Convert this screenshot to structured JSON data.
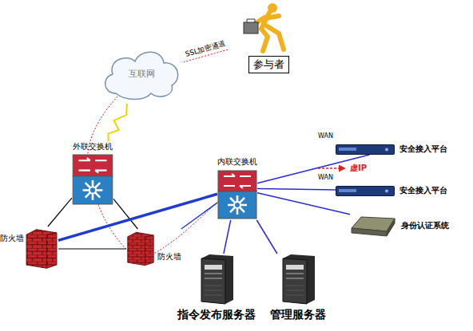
{
  "diagram": {
    "nodes": [
      {
        "text": [
          "参与者"
        ]
      },
      {
        "text": [
          "互联网"
        ]
      },
      {
        "text": [
          "外联交换机"
        ]
      },
      {
        "text": [
          "内联交换机"
        ]
      },
      {
        "text": [
          "防火墙"
        ]
      },
      {
        "text": [
          "防火墙"
        ]
      },
      {
        "text": [
          "安全接入平台"
        ]
      },
      {
        "text": [
          "安全接入平台"
        ]
      },
      {
        "text": [
          "身份认证系统"
        ]
      },
      {
        "text": [
          "指令发布服务器"
        ]
      },
      {
        "text": [
          "管理服务器"
        ]
      }
    ],
    "edges": [
      {
        "from": 0,
        "to": 1,
        "arrow": "none",
        "label": "SSL加密通道"
      },
      {
        "from": 1,
        "to": 2,
        "arrow": "none"
      },
      {
        "from": 2,
        "to": 4,
        "arrow": "none"
      },
      {
        "from": 2,
        "to": 5,
        "arrow": "none"
      },
      {
        "from": 4,
        "to": 5,
        "arrow": "none"
      },
      {
        "from": 4,
        "to": 3,
        "arrow": "none"
      },
      {
        "from": 5,
        "to": 3,
        "arrow": "none"
      },
      {
        "from": 3,
        "to": 6,
        "arrow": "none"
      },
      {
        "from": 3,
        "to": 7,
        "arrow": "none"
      },
      {
        "from": 3,
        "to": 8,
        "arrow": "none"
      },
      {
        "from": 3,
        "to": 9,
        "arrow": "none"
      },
      {
        "from": 3,
        "to": 10,
        "arrow": "none"
      }
    ],
    "labels": [
      "WAN",
      "WAN",
      "虚IP"
    ]
  }
}
